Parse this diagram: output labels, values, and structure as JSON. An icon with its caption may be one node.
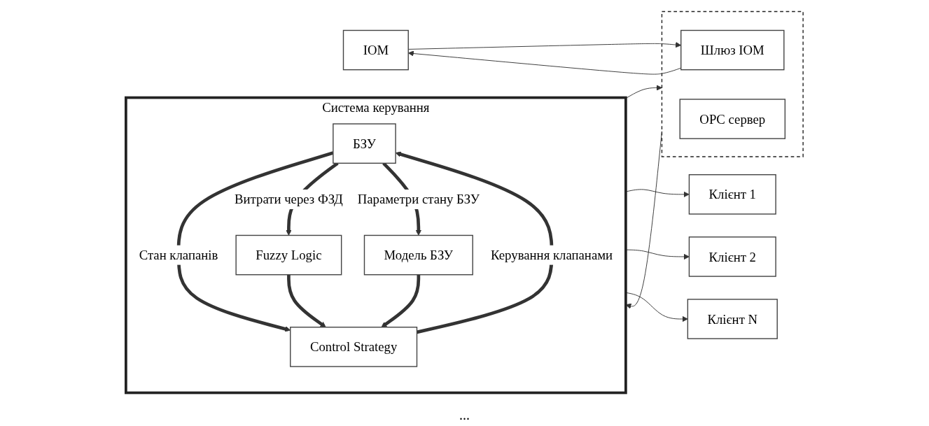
{
  "diagram": {
    "nodes": [
      {
        "text": [
          "IOM"
        ]
      },
      {
        "text": [],
        "shape": "box"
      },
      {
        "text": [
          "OPC сервер"
        ],
        "in": 1
      },
      {
        "text": [
          "Шлюз IOM"
        ],
        "in": 1
      },
      {
        "text": [
          "Система керування"
        ]
      },
      {
        "text": [
          "БЗУ"
        ],
        "in": 4
      },
      {
        "text": [
          "Fuzzy Logic"
        ],
        "in": 4
      },
      {
        "text": [
          "Модель БЗУ"
        ],
        "in": 4
      },
      {
        "text": [
          "Control Strategy"
        ],
        "in": 4
      },
      {
        "text": [
          "Клієнт 1"
        ]
      },
      {
        "text": [
          "Клієнт 2"
        ]
      },
      {
        "text": [
          "Клієнт N"
        ]
      }
    ],
    "edges": [
      {
        "from": 0,
        "to": 3,
        "arrow": "to"
      },
      {
        "from": 3,
        "to": 0,
        "arrow": "to"
      },
      {
        "from": 1,
        "to": 4,
        "arrow": "to"
      },
      {
        "from": 4,
        "to": 1,
        "arrow": "to"
      },
      {
        "from": 5,
        "to": 6,
        "arrow": "to",
        "label": "Витрати через ФЗД",
        "style": "thick"
      },
      {
        "from": 5,
        "to": 7,
        "arrow": "to",
        "label": "Параметри стану БЗУ",
        "style": "thick"
      },
      {
        "from": 5,
        "to": 8,
        "arrow": "to",
        "label": "Стан клапанів",
        "style": "thick"
      },
      {
        "from": 6,
        "to": 8,
        "arrow": "to",
        "style": "thick"
      },
      {
        "from": 7,
        "to": 8,
        "arrow": "to",
        "style": "thick"
      },
      {
        "from": 8,
        "to": 5,
        "arrow": "to",
        "label": "Керування клапанами",
        "style": "thick"
      },
      {
        "from": 4,
        "to": 9,
        "arrow": "to"
      },
      {
        "from": 4,
        "to": 10,
        "arrow": "to"
      },
      {
        "from": 4,
        "to": 11,
        "arrow": "to"
      }
    ],
    "labels": [
      "..."
    ]
  }
}
